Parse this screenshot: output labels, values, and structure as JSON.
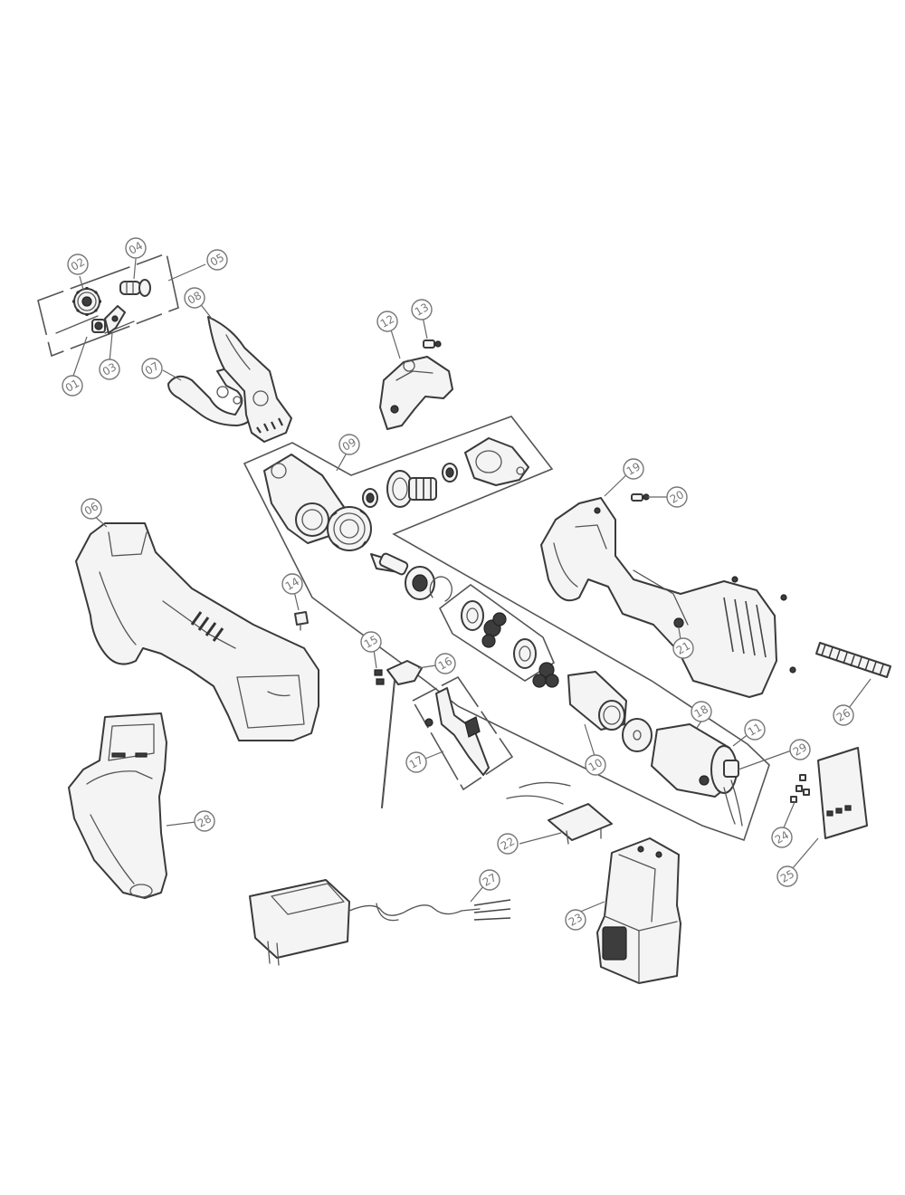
{
  "diagram": {
    "type": "exploded-parts-diagram",
    "part_numbers": [
      "01",
      "02",
      "03",
      "04",
      "05",
      "06",
      "07",
      "08",
      "09",
      "10",
      "11",
      "12",
      "13",
      "14",
      "15",
      "16",
      "17",
      "18",
      "19",
      "20",
      "21",
      "22",
      "23",
      "24",
      "25",
      "26",
      "27",
      "28",
      "29"
    ]
  },
  "callouts": [
    {
      "id": "01",
      "label": "01"
    },
    {
      "id": "02",
      "label": "02"
    },
    {
      "id": "03",
      "label": "03"
    },
    {
      "id": "04",
      "label": "04"
    },
    {
      "id": "05",
      "label": "05"
    },
    {
      "id": "06",
      "label": "06"
    },
    {
      "id": "07",
      "label": "07"
    },
    {
      "id": "08",
      "label": "08"
    },
    {
      "id": "09",
      "label": "09"
    },
    {
      "id": "10",
      "label": "10"
    },
    {
      "id": "11",
      "label": "11"
    },
    {
      "id": "12",
      "label": "12"
    },
    {
      "id": "13",
      "label": "13"
    },
    {
      "id": "14",
      "label": "14"
    },
    {
      "id": "15",
      "label": "15"
    },
    {
      "id": "16",
      "label": "16"
    },
    {
      "id": "17",
      "label": "17"
    },
    {
      "id": "18",
      "label": "18"
    },
    {
      "id": "19",
      "label": "19"
    },
    {
      "id": "20",
      "label": "20"
    },
    {
      "id": "21",
      "label": "21"
    },
    {
      "id": "22",
      "label": "22"
    },
    {
      "id": "23",
      "label": "23"
    },
    {
      "id": "24",
      "label": "24"
    },
    {
      "id": "25",
      "label": "25"
    },
    {
      "id": "26",
      "label": "26"
    },
    {
      "id": "27",
      "label": "27"
    },
    {
      "id": "28",
      "label": "28"
    },
    {
      "id": "29",
      "label": "29"
    }
  ]
}
